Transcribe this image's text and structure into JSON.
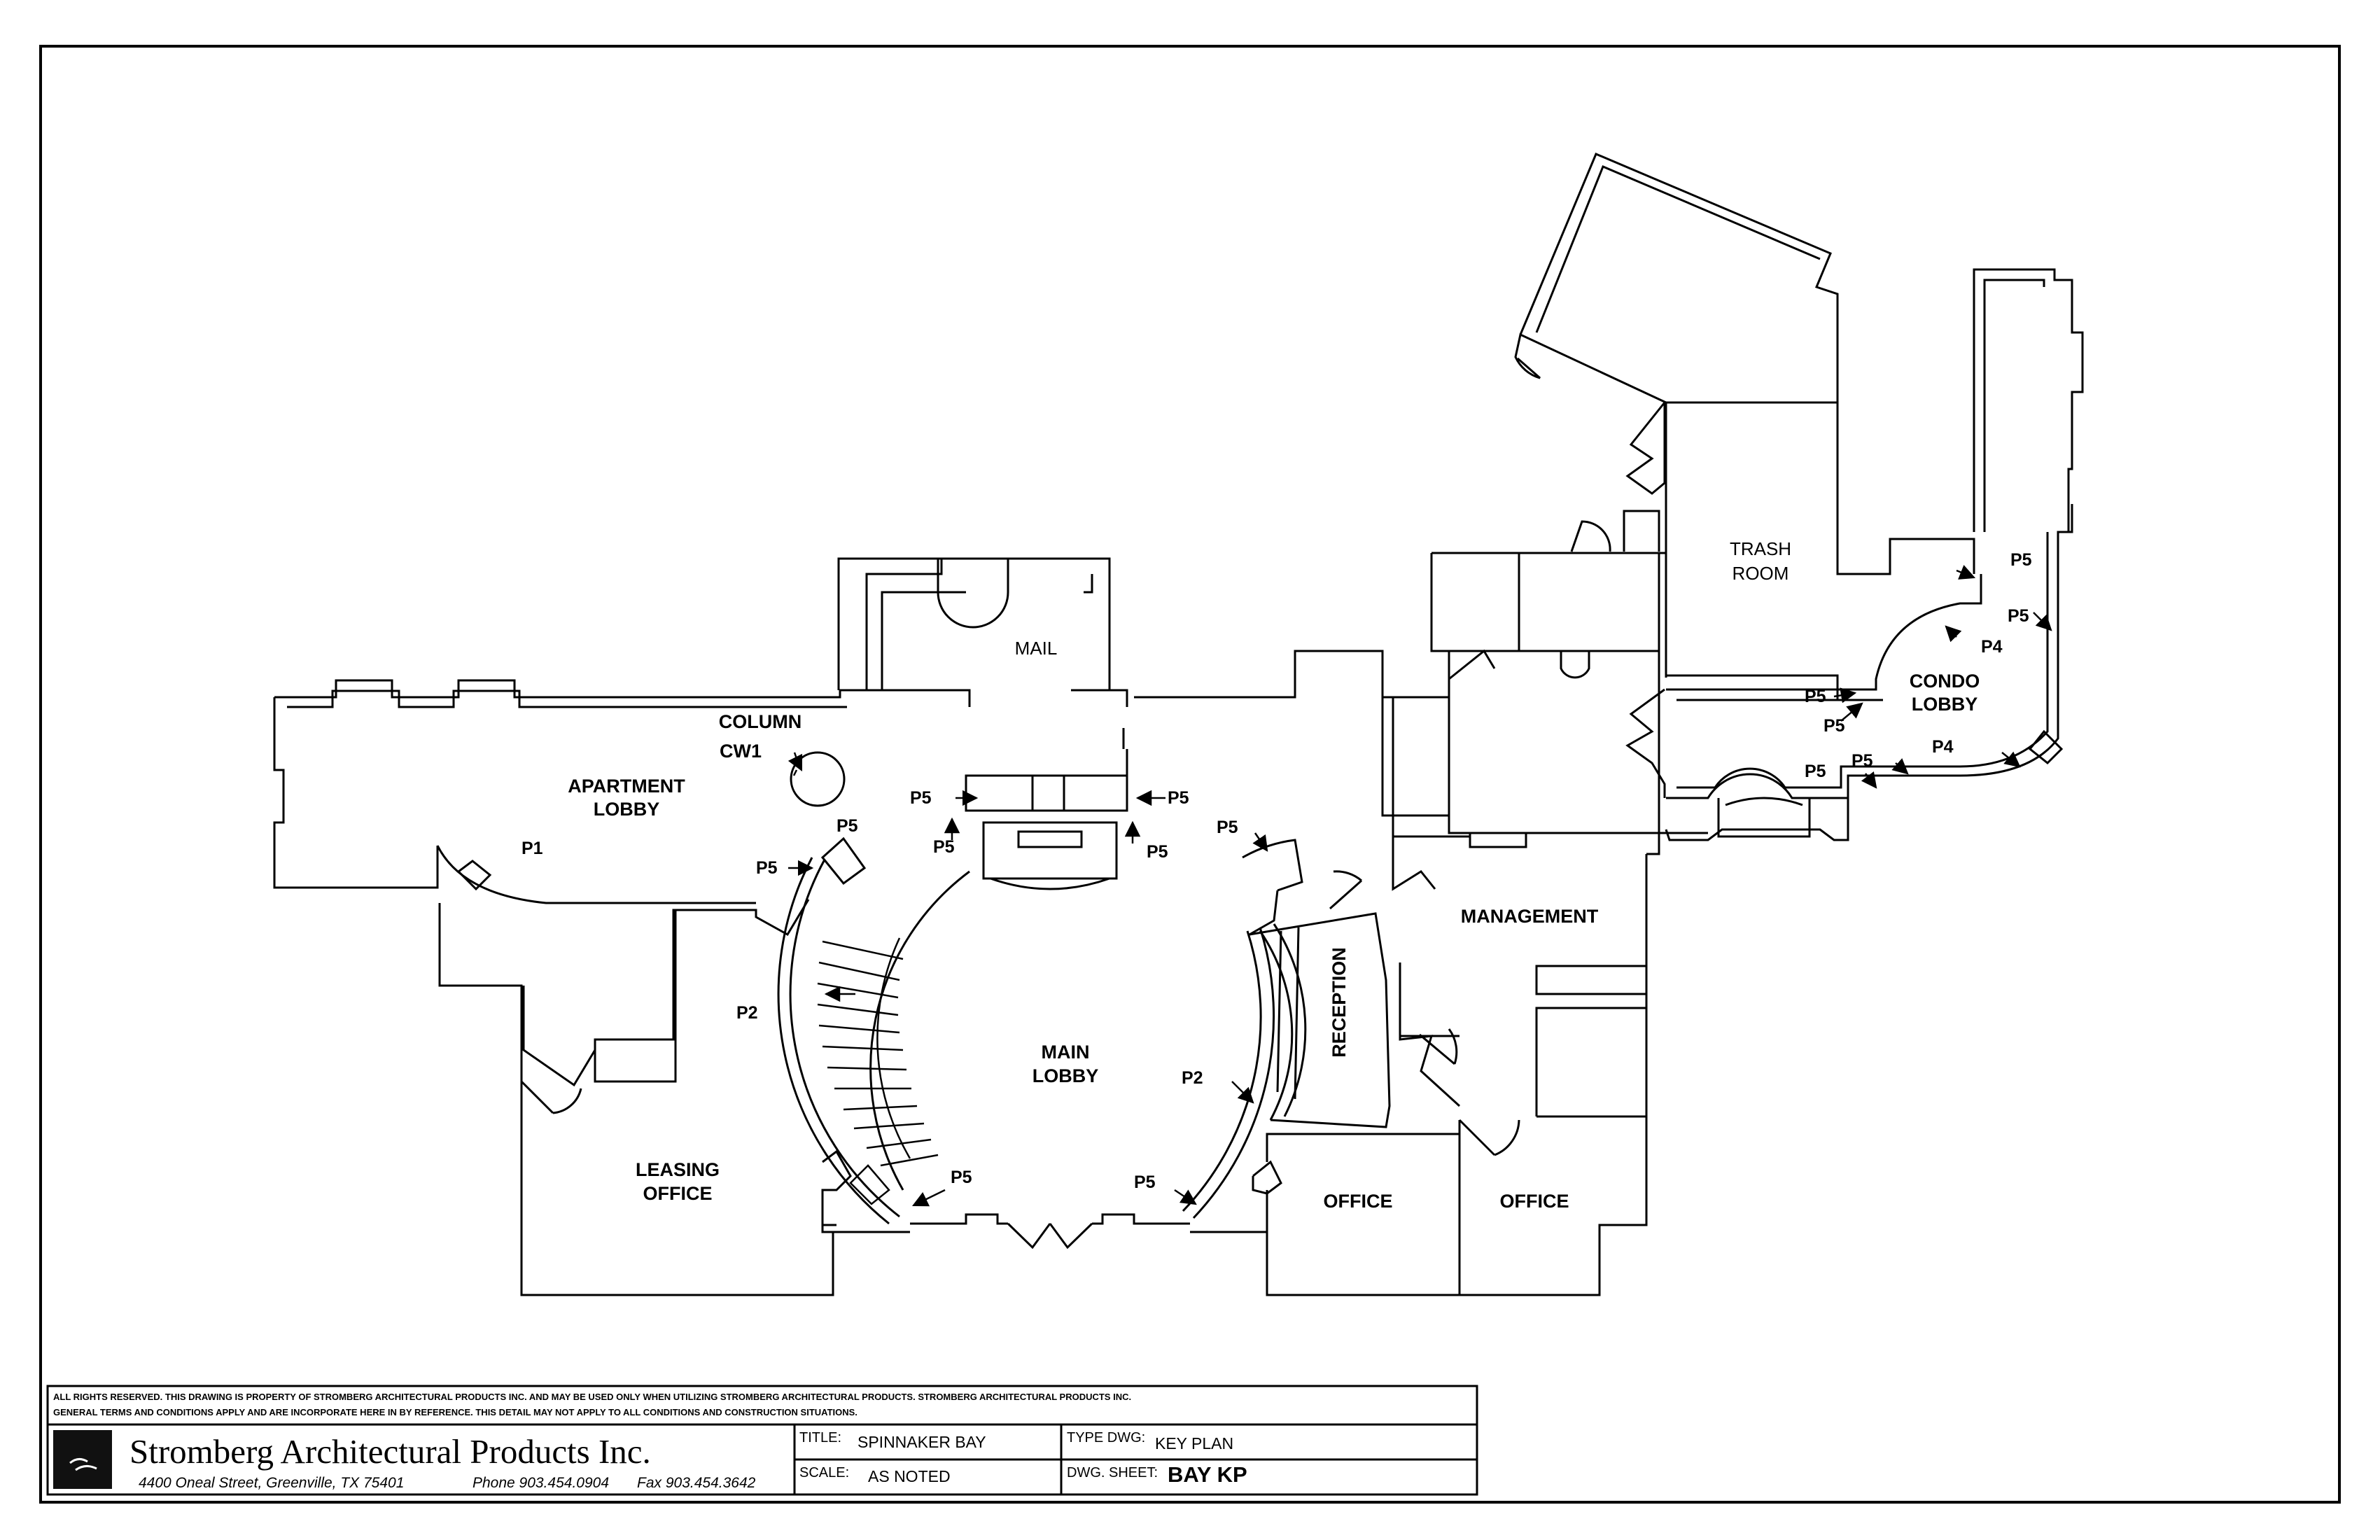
{
  "plan": {
    "rooms": {
      "mail": "MAIL",
      "column": "COLUMN",
      "cw1": "CW1",
      "apartment_lobby_1": "APARTMENT",
      "apartment_lobby_2": "LOBBY",
      "trash_room_1": "TRASH",
      "trash_room_2": "ROOM",
      "condo_lobby_1": "CONDO",
      "condo_lobby_2": "LOBBY",
      "management": "MANAGEMENT",
      "reception": "RECEPTION",
      "main_lobby_1": "MAIN",
      "main_lobby_2": "LOBBY",
      "leasing_office_1": "LEASING",
      "leasing_office_2": "OFFICE",
      "office_left": "OFFICE",
      "office_right": "OFFICE"
    },
    "tags": {
      "p1": "P1",
      "p2": "P2",
      "p4": "P4",
      "p5": "P5"
    }
  },
  "title_block": {
    "disclaimer_line1": "ALL RIGHTS RESERVED. THIS DRAWING IS PROPERTY OF STROMBERG ARCHITECTURAL PRODUCTS INC. AND MAY BE USED ONLY WHEN UTILIZING STROMBERG ARCHITECTURAL PRODUCTS.  STROMBERG ARCHITECTURAL PRODUCTS INC.",
    "disclaimer_line2": "GENERAL TERMS AND CONDITIONS APPLY AND ARE INCORPORATE HERE IN BY REFERENCE.  THIS DETAIL MAY NOT APPLY TO ALL CONDITIONS AND CONSTRUCTION SITUATIONS.",
    "company_name": "Stromberg Architectural Products Inc.",
    "address": "4400 Oneal Street, Greenville, TX  75401",
    "phone": "Phone 903.454.0904",
    "fax": "Fax 903.454.3642",
    "title_label": "TITLE:",
    "title_value": "SPINNAKER BAY",
    "type_dwg_label": "TYPE DWG:",
    "type_dwg_value": "KEY PLAN",
    "scale_label": "SCALE:",
    "scale_value": "AS NOTED",
    "dwg_sheet_label": "DWG. SHEET:",
    "dwg_sheet_value": "BAY KP"
  }
}
